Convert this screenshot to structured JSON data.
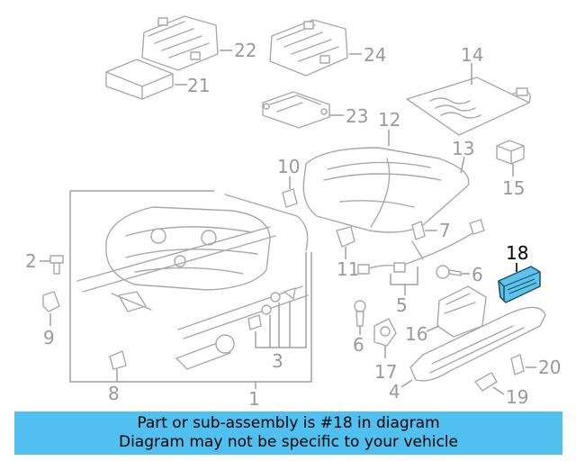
{
  "callouts": {
    "c1": "1",
    "c2": "2",
    "c3": "3",
    "c4": "4",
    "c5": "5",
    "c6a": "6",
    "c6b": "6",
    "c7": "7",
    "c8": "8",
    "c9": "9",
    "c10": "10",
    "c11": "11",
    "c12": "12",
    "c13": "13",
    "c14": "14",
    "c15": "15",
    "c16": "16",
    "c17": "17",
    "c18": "18",
    "c19": "19",
    "c20": "20",
    "c21": "21",
    "c22": "22",
    "c23": "23",
    "c24": "24"
  },
  "highlighted_part": "18",
  "colors": {
    "highlight_fill": "#5bc4ec",
    "banner_bg": "#4fc0ef",
    "line_gray": "#a9a9a9"
  },
  "banner": {
    "line1": "Part or sub-assembly is #18 in diagram",
    "line2": "Diagram may not be specific to your vehicle"
  }
}
